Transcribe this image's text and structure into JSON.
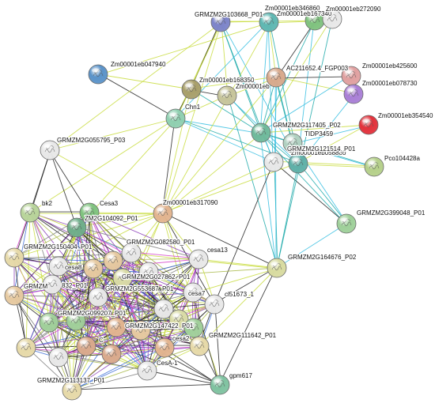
{
  "network": {
    "nodes": [
      {
        "id": "n_103668",
        "label": "GRMZM2G103668_P01",
        "color": "#7d84c9"
      },
      {
        "id": "n_346860",
        "label": "Zm00001eb346860",
        "color": "#5fb7b2"
      },
      {
        "id": "n_167340",
        "label": "Zm00001eb167340",
        "color": "#7fc27e"
      },
      {
        "id": "n_272090",
        "label": "Zm00001eb272090",
        "color": "#e8e8e8"
      },
      {
        "id": "n_047940",
        "label": "Zm00001eb047940",
        "color": "#5b93c9"
      },
      {
        "id": "n_chn1",
        "label": "Chn1",
        "color": "#8fcfb0"
      },
      {
        "id": "n_168350",
        "label": "Zm00001eb168350",
        "color": "#a89f6a"
      },
      {
        "id": "n_zmeb2",
        "label": "Zm00001eb",
        "color": "#c6c49a"
      },
      {
        "id": "n_fgp003",
        "label": "AC211652.4_FGP003",
        "color": "#d8a98c"
      },
      {
        "id": "n_425600",
        "label": "Zm00001eb425600",
        "color": "#e0a0a0"
      },
      {
        "id": "n_078730",
        "label": "Zm00001eb078730",
        "color": "#a97fd6"
      },
      {
        "id": "n_354540",
        "label": "Zm00001eb354540",
        "color": "#e2323c"
      },
      {
        "id": "n_117405",
        "label": "GRMZM2G117405_P02",
        "color": "#6fb99b"
      },
      {
        "id": "n_tidp",
        "label": "TIDP3459",
        "color": "#b0d0c0"
      },
      {
        "id": "n_058880",
        "label": "Zm00001eb058880",
        "color": "#e8e8e8"
      },
      {
        "id": "n_121514",
        "label": "GRMZM2G121514_P01",
        "color": "#5fb0a8"
      },
      {
        "id": "n_pco",
        "label": "Pco104428a",
        "color": "#b5d08a"
      },
      {
        "id": "n_055795",
        "label": "GRMZM2G055795_P03",
        "color": "#e8e8e8"
      },
      {
        "id": "n_399048",
        "label": "GRMZM2G399048_P01",
        "color": "#9fd09a"
      },
      {
        "id": "n_bk2",
        "label": "bk2",
        "color": "#b8d49a"
      },
      {
        "id": "n_cesa3",
        "label": "Cesa3",
        "color": "#7fc27e"
      },
      {
        "id": "n_104092",
        "label": "ZM2G104092_P01",
        "color": "#6fae8a"
      },
      {
        "id": "n_317090",
        "label": "Zm00001eb317090",
        "color": "#e2b48f"
      },
      {
        "id": "n_150404",
        "label": "GRMZM2G150404_P01",
        "color": "#e6d9a8"
      },
      {
        "id": "n_082580",
        "label": "GRMZM2G082580_P01",
        "color": "#e8e8e8"
      },
      {
        "id": "n_cesa13",
        "label": "cesa13",
        "color": "#e8e8e8"
      },
      {
        "id": "n_cesa8",
        "label": "cesa8",
        "color": "#e8e8e8"
      },
      {
        "id": "n_164676",
        "label": "GRMZM2G164676_P02",
        "color": "#d8dba0"
      },
      {
        "id": "n_grmz_partial",
        "label": "GRMZM",
        "color": "#e6c9a0"
      },
      {
        "id": "n_832",
        "label": "832_P01",
        "color": "#e8e8e8"
      },
      {
        "id": "n_027862",
        "label": "GRMZM2G027862_P01",
        "color": "#d9dba6"
      },
      {
        "id": "n_553687",
        "label": "GRMZM2G553687_P01",
        "color": "#e8e8e8"
      },
      {
        "id": "n_cesa7",
        "label": "cesa7",
        "color": "#e8e8e8"
      },
      {
        "id": "n_cl51673",
        "label": "cl51673_1",
        "color": "#e8e8e8"
      },
      {
        "id": "n_099207",
        "label": "GRMZM2G099207_P01",
        "color": "#a0cf9a"
      },
      {
        "id": "n_147422",
        "label": "GRMZM2G147422_P01",
        "color": "#e2b48f"
      },
      {
        "id": "n_c",
        "label": "C",
        "color": "#d9a98c"
      },
      {
        "id": "n_111642",
        "label": "GRMZM2G111642_P01",
        "color": "#e6d9a8"
      },
      {
        "id": "n_cesa2",
        "label": "cesa2",
        "color": "#e2b48f"
      },
      {
        "id": "n_cesa1",
        "label": "CesA-1",
        "color": "#e8e8e8"
      },
      {
        "id": "n_113137",
        "label": "GRMZM2G113137_P01",
        "color": "#e6d9a8"
      },
      {
        "id": "n_gpm617",
        "label": "gpm617",
        "color": "#7fc2a0"
      },
      {
        "id": "n_u1",
        "label": "",
        "color": "#e6c9a0"
      },
      {
        "id": "n_u2",
        "label": "",
        "color": "#e8e8e8"
      },
      {
        "id": "n_u3",
        "label": "",
        "color": "#a0cf9a"
      },
      {
        "id": "n_u4",
        "label": "",
        "color": "#e8e8e8"
      },
      {
        "id": "n_u5",
        "label": "",
        "color": "#d9dba6"
      },
      {
        "id": "n_u6",
        "label": "",
        "color": "#e6c9a0"
      },
      {
        "id": "n_u7",
        "label": "",
        "color": "#d9a98c"
      },
      {
        "id": "n_u8",
        "label": "",
        "color": "#e8e8e8"
      },
      {
        "id": "n_u9",
        "label": "",
        "color": "#a0cf9a"
      },
      {
        "id": "n_u10",
        "label": "",
        "color": "#e6d9a8"
      },
      {
        "id": "n_u11",
        "label": "",
        "color": "#e6c9a0"
      }
    ],
    "edge_colors": {
      "lime": "#c8dc3c",
      "teal": "#1aa8a8",
      "cyan": "#33bde0",
      "black": "#222222",
      "purple": "#8b3fb8",
      "magenta": "#d23cc8",
      "olive": "#a8b848",
      "blue": "#3d6fd6",
      "gray": "#7a7a7a"
    }
  }
}
